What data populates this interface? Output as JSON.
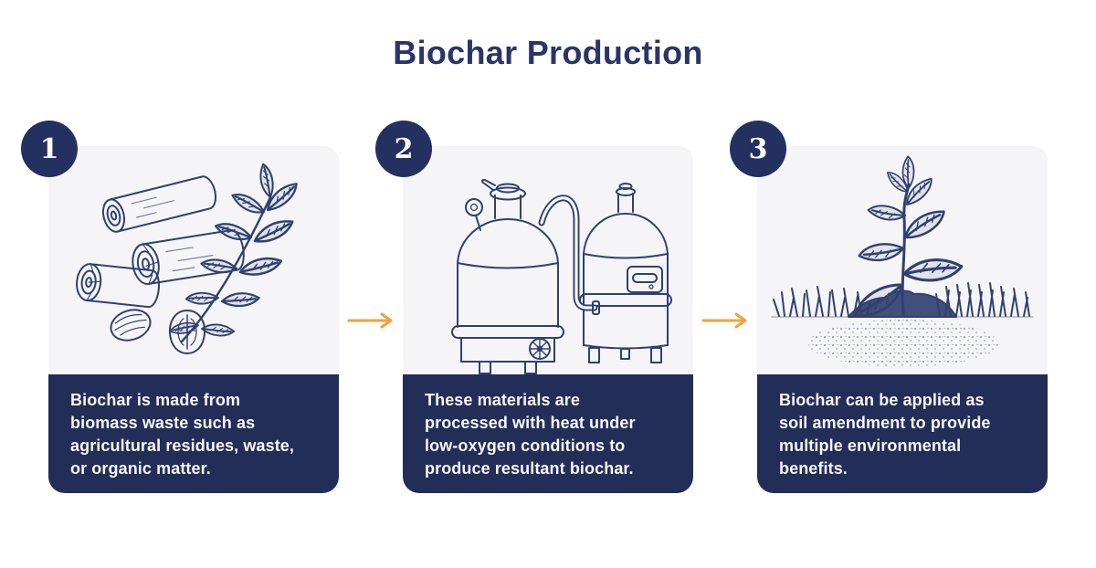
{
  "title": "Biochar Production",
  "colors": {
    "accent": "#F5A03C",
    "navy_caption": "#222D58",
    "badge_navy": "#24305F",
    "title_navy": "#2B3566",
    "illustration_ink": "#31406F",
    "panel_gray": "#F5F5F7"
  },
  "flow_arrow_icon": "right-arrow-icon",
  "steps": [
    {
      "number": "1",
      "icon": "biomass-logs-walnuts-leaves-illustration",
      "description": "Biochar is made from\nbiomass waste such as\nagricultural residues, waste,\nor organic matter."
    },
    {
      "number": "2",
      "icon": "pyrolysis-kilns-illustration",
      "description": "These materials are\nprocessed with heat under\nlow-oxygen conditions to\nproduce resultant biochar."
    },
    {
      "number": "3",
      "icon": "seedling-in-soil-illustration",
      "description": "Biochar can be applied as\nsoil amendment to provide\nmultiple environmental\nbenefits."
    }
  ]
}
